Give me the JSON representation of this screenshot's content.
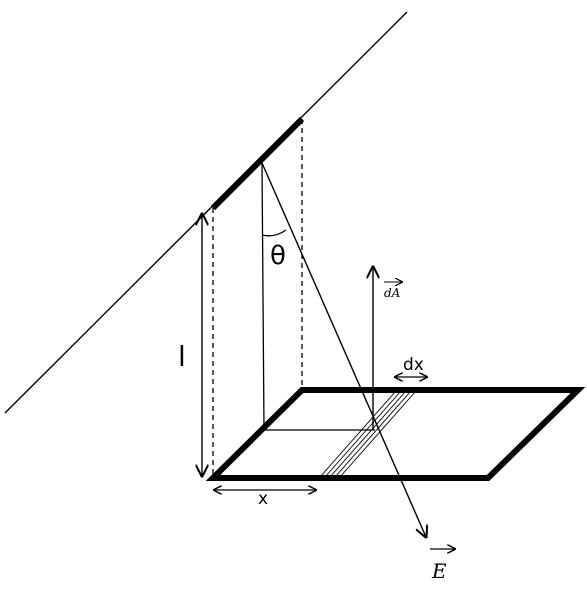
{
  "labels": {
    "theta": "θ",
    "length": "l",
    "dx": "dx",
    "x": "x",
    "area_vector": "dA",
    "field_vector": "E"
  },
  "colors": {
    "stroke": "#000000",
    "background": "#ffffff"
  }
}
